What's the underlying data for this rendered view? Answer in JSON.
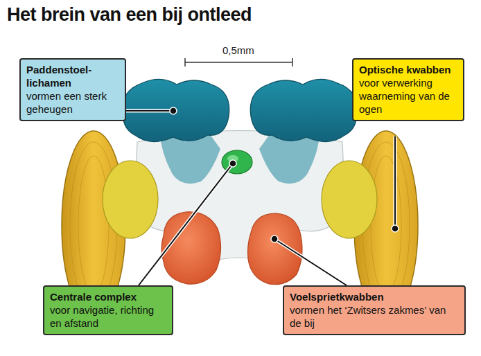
{
  "diagram": {
    "title": "Het brein van een bij ontleed",
    "nodes": [
      {
        "text": [
          "Paddenstoel- lichamen",
          "vormen een sterk geheugen"
        ]
      },
      {
        "text": [
          "Optische kwabben",
          "voor verwerking waarneming van de ogen"
        ]
      },
      {
        "text": [
          "Centrale complex",
          "voor navigatie, richting en afstand"
        ]
      },
      {
        "text": [
          "Voelsprietkwabben",
          "vormen het ‘Zwitsers zakmes’ van de bij"
        ]
      }
    ],
    "labels": [
      "0,5mm"
    ]
  }
}
